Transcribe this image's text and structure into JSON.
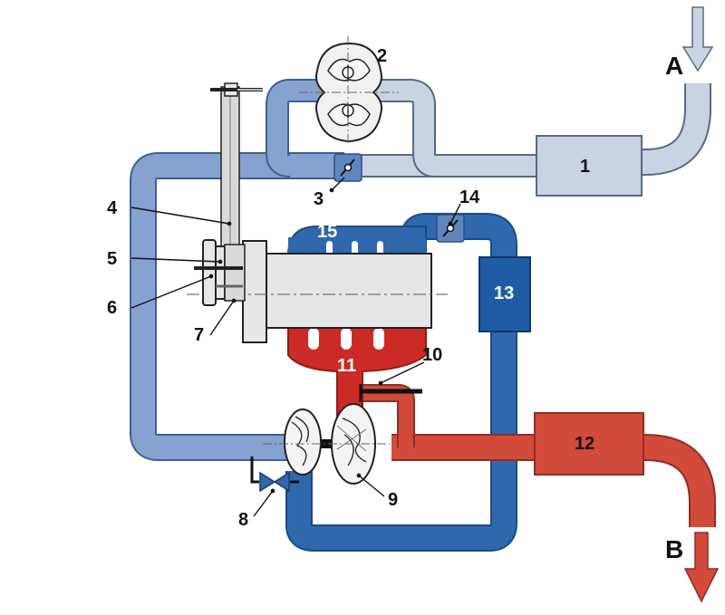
{
  "labels": {
    "l1": "1",
    "l2": "2",
    "l3": "3",
    "l4": "4",
    "l5": "5",
    "l6": "6",
    "l7": "7",
    "l8": "8",
    "l9": "9",
    "l10": "10",
    "l11": "11",
    "l12": "12",
    "l13": "13",
    "l14": "14",
    "l15": "15",
    "inlet": "A",
    "outlet": "B"
  },
  "colors": {
    "intake_light": "#c9d3e2",
    "intake_mid": "#86a3cf",
    "engine_cool": "#2f68ac",
    "exhaust_hot": "#d14a3a",
    "exhaust_manifold": "#cc2a26"
  }
}
